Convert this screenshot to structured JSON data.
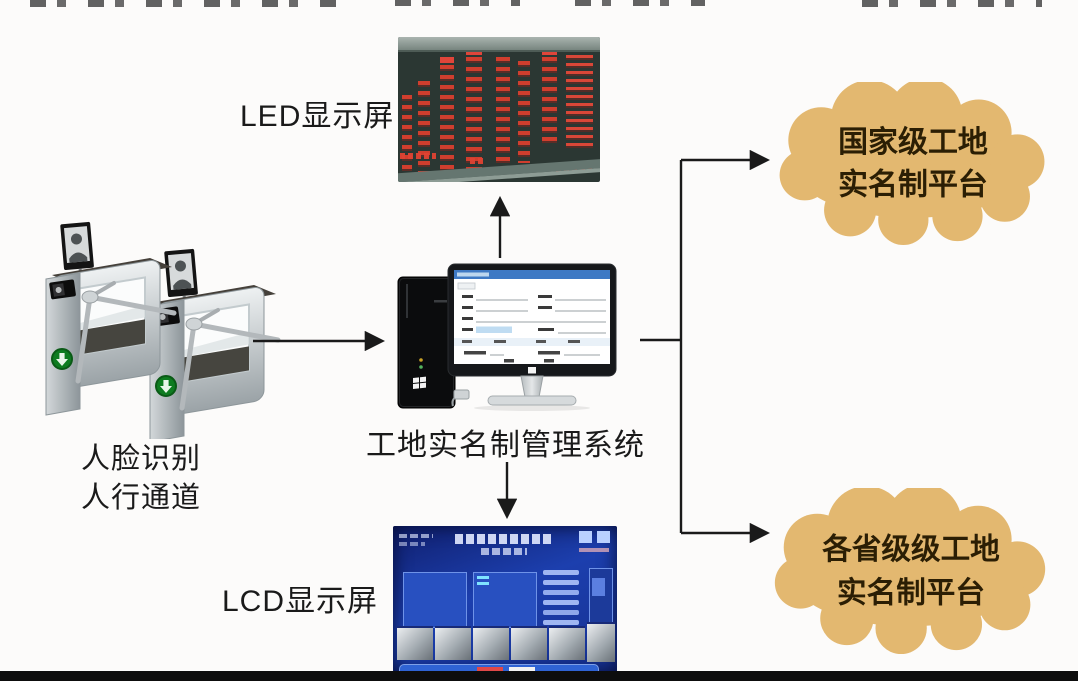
{
  "diagram": {
    "gates": {
      "label_line1": "人脸识别",
      "label_line2": "人行通道"
    },
    "led_screen": {
      "label": "LED显示屏"
    },
    "management_system": {
      "label": "工地实名制管理系统"
    },
    "lcd_screen": {
      "label": "LCD显示屏"
    },
    "cloud_national": {
      "label_line1": "国家级工地",
      "label_line2": "实名制平台"
    },
    "cloud_provincial": {
      "label_line1": "各省级级工地",
      "label_line2": "实名制平台"
    },
    "colors": {
      "background": "#fcfbfa",
      "arrow": "#1a1a1a",
      "cloud_fill": "#e3b870",
      "cloud_text": "#2b1e04",
      "led_text_red": "#d4402f",
      "lcd_blue": "#1c3fae"
    }
  }
}
